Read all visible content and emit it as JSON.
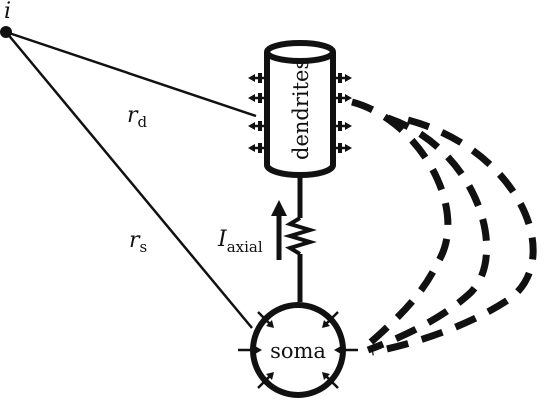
{
  "labels": {
    "point": "i",
    "rd_main": "r",
    "rd_sub": "d",
    "rs_main": "r",
    "rs_sub": "s",
    "iaxial_main": "I",
    "iaxial_sub": "axial",
    "dendrites": "dendrites",
    "soma": "soma"
  },
  "colors": {
    "ink": "#111111",
    "background": "#ffffff"
  }
}
